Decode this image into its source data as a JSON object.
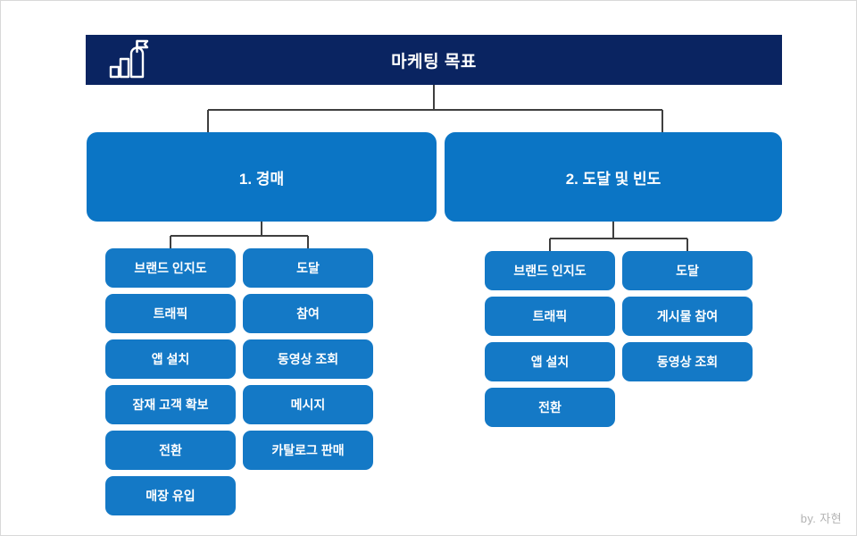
{
  "header": {
    "title": "마케팅 목표",
    "icon": "bar-chart-flag-icon",
    "background_color": "#0a2461",
    "text_color": "#ffffff"
  },
  "colors": {
    "header_navy": "#0a2461",
    "level1_blue": "#0b75c5",
    "leaf_blue": "#1479c6",
    "connector_line": "#3f3f3f",
    "canvas_background": "#ffffff",
    "credit_gray": "#b3b3b3"
  },
  "level1": [
    {
      "label": "1. 경매"
    },
    {
      "label": "2. 도달 및 빈도"
    }
  ],
  "columns": {
    "left_col1": [
      {
        "label": "브랜드 인지도"
      },
      {
        "label": "트래픽"
      },
      {
        "label": "앱 설치"
      },
      {
        "label": "잠재 고객 확보"
      },
      {
        "label": "전환"
      },
      {
        "label": "매장 유입"
      }
    ],
    "left_col2": [
      {
        "label": "도달"
      },
      {
        "label": "참여"
      },
      {
        "label": "동영상 조회"
      },
      {
        "label": "메시지"
      },
      {
        "label": "카탈로그 판매"
      }
    ],
    "right_col1": [
      {
        "label": "브랜드 인지도"
      },
      {
        "label": "트래픽"
      },
      {
        "label": "앱 설치"
      },
      {
        "label": "전환"
      }
    ],
    "right_col2": [
      {
        "label": "도달"
      },
      {
        "label": "게시물 참여"
      },
      {
        "label": "동영상 조회"
      }
    ]
  },
  "footer": {
    "credit": "by. 자현"
  }
}
